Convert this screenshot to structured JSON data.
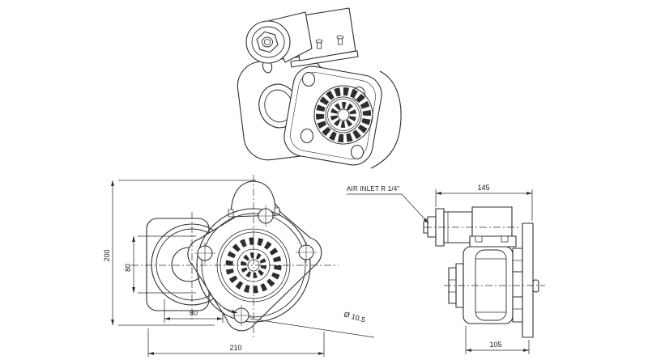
{
  "drawing": {
    "line_color": "#2d2d2d",
    "background": "#ffffff",
    "front_view": {
      "dim_overall_height": "200",
      "dim_flange_height": "80",
      "dim_flange_width": "80",
      "dim_overall_width": "210",
      "dim_hole_diameter": "Ø 10.5"
    },
    "side_view": {
      "dim_overall_length": "145",
      "dim_body_length": "105",
      "annotation_air_inlet": "AIR INLET R 1/4\""
    }
  }
}
